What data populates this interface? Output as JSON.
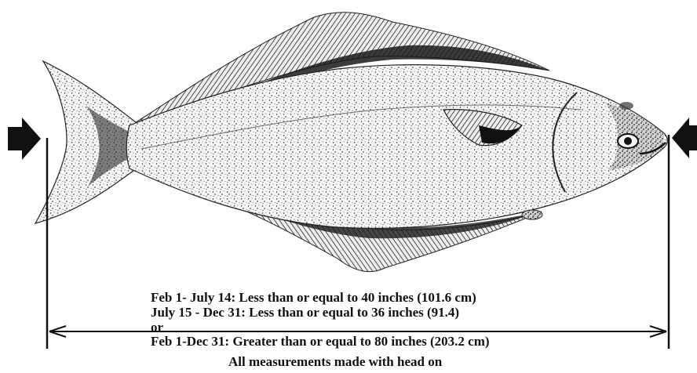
{
  "diagram": {
    "rules": [
      {
        "dates": "Feb 1- July 14:",
        "text": "Less than or equal to 40 inches (101.6 cm)"
      },
      {
        "dates": "July 15 - Dec 31:",
        "text": "Less than or equal to 36 inches (91.4)"
      },
      {
        "dates": "or",
        "text": ""
      },
      {
        "dates": "Feb 1-Dec 31:",
        "text": "Greater than or equal to 80 inches (203.2 cm)"
      }
    ],
    "note": "All measurements made with head on"
  },
  "colors": {
    "ink": "#111111",
    "fish_fill": "#f4f4f4",
    "fish_dark": "#1a1a1a",
    "background": "#ffffff"
  },
  "icons": [
    "left-pointer-arrow-icon",
    "right-pointer-arrow-icon",
    "halibut-fish-illustration"
  ]
}
